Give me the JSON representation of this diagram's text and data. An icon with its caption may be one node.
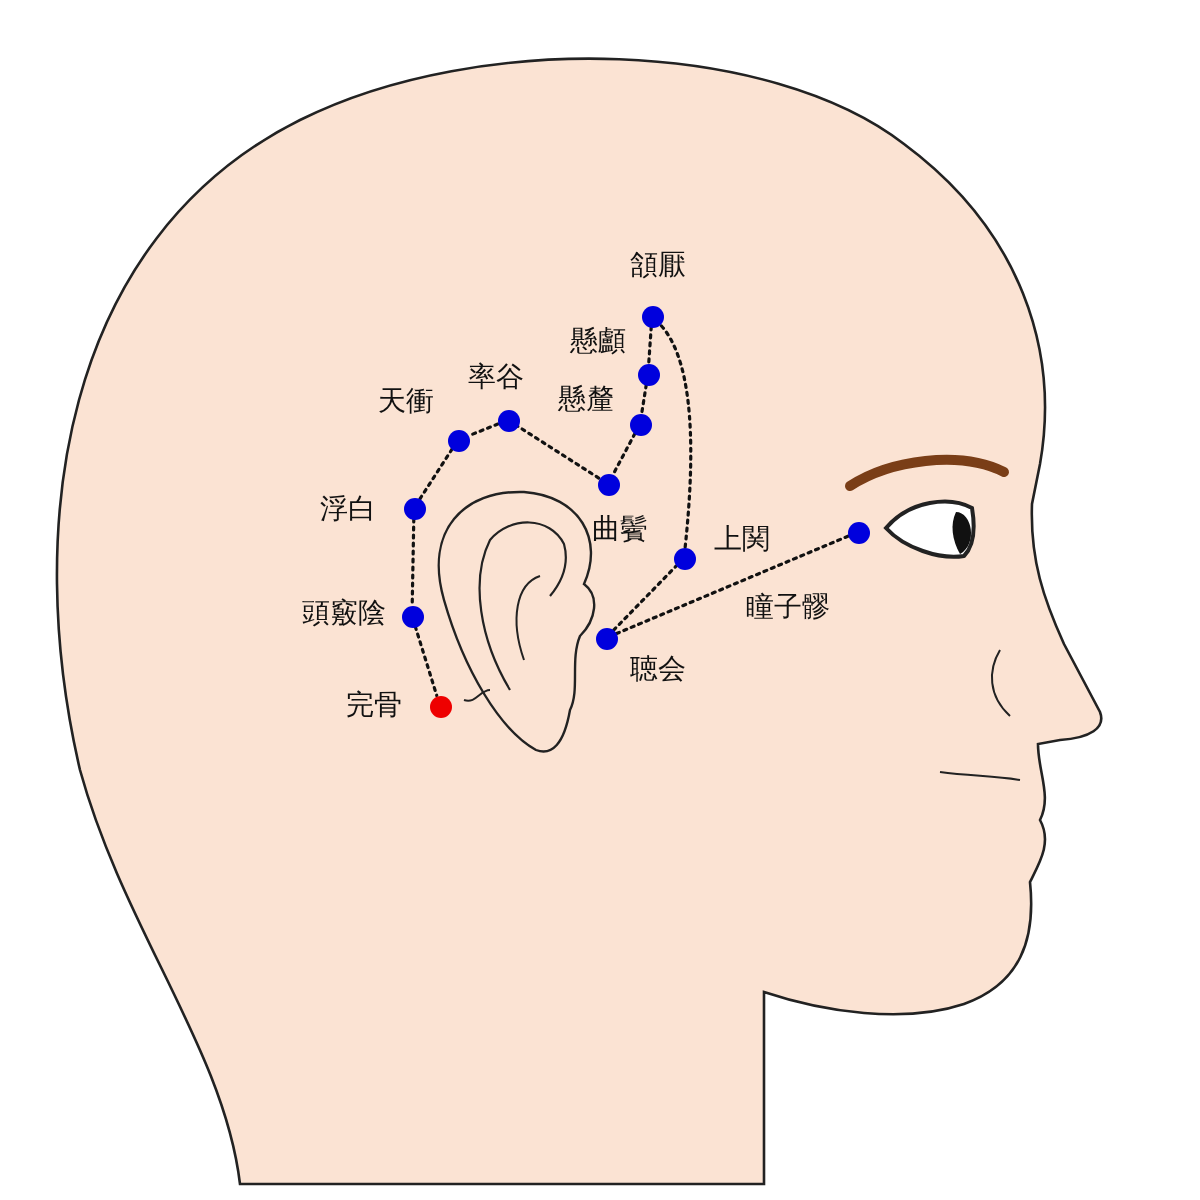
{
  "diagram": {
    "nodes": [
      {
        "text": [
          "瞳子髎"
        ]
      },
      {
        "text": [
          "聴会"
        ]
      },
      {
        "text": [
          "上関"
        ]
      },
      {
        "text": [
          "頷厭"
        ]
      },
      {
        "text": [
          "懸顱"
        ]
      },
      {
        "text": [
          "懸釐"
        ]
      },
      {
        "text": [
          "曲鬢"
        ]
      },
      {
        "text": [
          "率谷"
        ]
      },
      {
        "text": [
          "天衝"
        ]
      },
      {
        "text": [
          "浮白"
        ]
      },
      {
        "text": [
          "頭竅陰"
        ]
      },
      {
        "text": [
          "完骨"
        ]
      }
    ],
    "edges": [
      {
        "from": 0,
        "to": 1,
        "arrow": "none"
      },
      {
        "from": 1,
        "to": 2,
        "arrow": "none"
      },
      {
        "from": 2,
        "to": 3,
        "arrow": "none"
      },
      {
        "from": 3,
        "to": 4,
        "arrow": "none"
      },
      {
        "from": 4,
        "to": 5,
        "arrow": "none"
      },
      {
        "from": 5,
        "to": 6,
        "arrow": "none"
      },
      {
        "from": 6,
        "to": 7,
        "arrow": "none"
      },
      {
        "from": 7,
        "to": 8,
        "arrow": "none"
      },
      {
        "from": 8,
        "to": 9,
        "arrow": "none"
      },
      {
        "from": 9,
        "to": 10,
        "arrow": "none"
      },
      {
        "from": 10,
        "to": 11,
        "arrow": "none"
      }
    ]
  }
}
